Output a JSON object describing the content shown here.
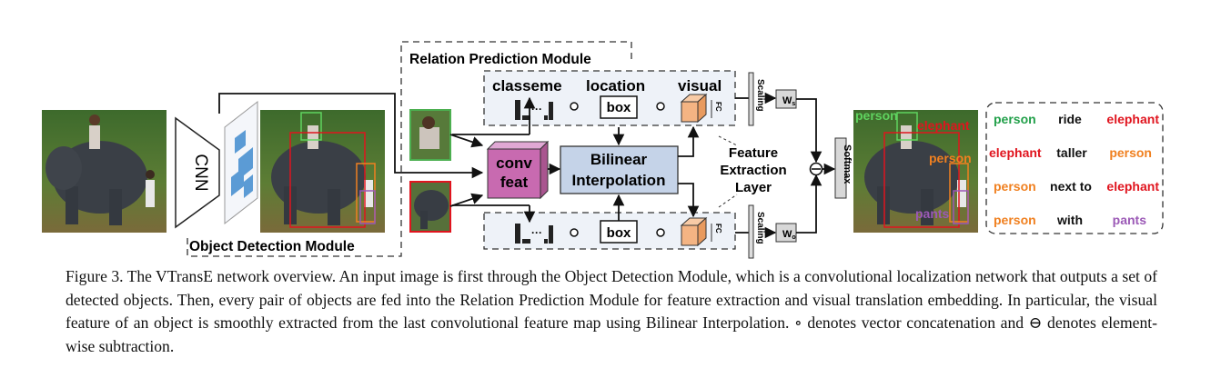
{
  "figure": {
    "cnn_label": "CNN",
    "object_detection_label": "Object Detection Module",
    "relation_prediction_label": "Relation Prediction Module",
    "feature_labels": {
      "classeme": "classeme",
      "location": "location",
      "visual": "visual"
    },
    "box_label": "box",
    "fc_label": "FC",
    "scaling_label": "Scaling",
    "conv_feat_label": [
      "conv",
      "feat"
    ],
    "bilinear_label": [
      "Bilinear",
      "Interpolation"
    ],
    "feature_extraction_label": [
      "Feature",
      "Extraction",
      "Layer"
    ],
    "ws_label": "W",
    "ws_sub": "s",
    "wo_label": "W",
    "wo_sub": "o",
    "softmax_label": "Softmax",
    "detected_labels": [
      "person",
      "elephant",
      "person",
      "pants"
    ],
    "triples": [
      {
        "subject": "person",
        "predicate": "ride",
        "object": "elephant"
      },
      {
        "subject": "elephant",
        "predicate": "taller",
        "object": "person"
      },
      {
        "subject": "person",
        "predicate": "next to",
        "object": "elephant"
      },
      {
        "subject": "person",
        "predicate": "with",
        "object": "pants"
      }
    ],
    "colors": {
      "green": "#22a04a",
      "red": "#e0141e",
      "orange": "#f08020",
      "purple": "#9b59b6",
      "conv_feat": "#c86ab0",
      "bilinear": "#c5d3e8",
      "visual_cube": "#f4b483",
      "cnn_blue": "#5b9bd5"
    }
  },
  "caption": {
    "label": "Figure 3.",
    "text": "The VTransE network overview. An input image is first through the Object Detection Module, which is a convolutional localization network that outputs a set of detected objects. Then, every pair of objects are fed into the Relation Prediction Module for feature extraction and visual translation embedding. In particular, the visual feature of an object is smoothly extracted from the last convolutional feature map using Bilinear Interpolation. ∘ denotes vector concatenation and ⊖ denotes element-wise subtraction."
  }
}
